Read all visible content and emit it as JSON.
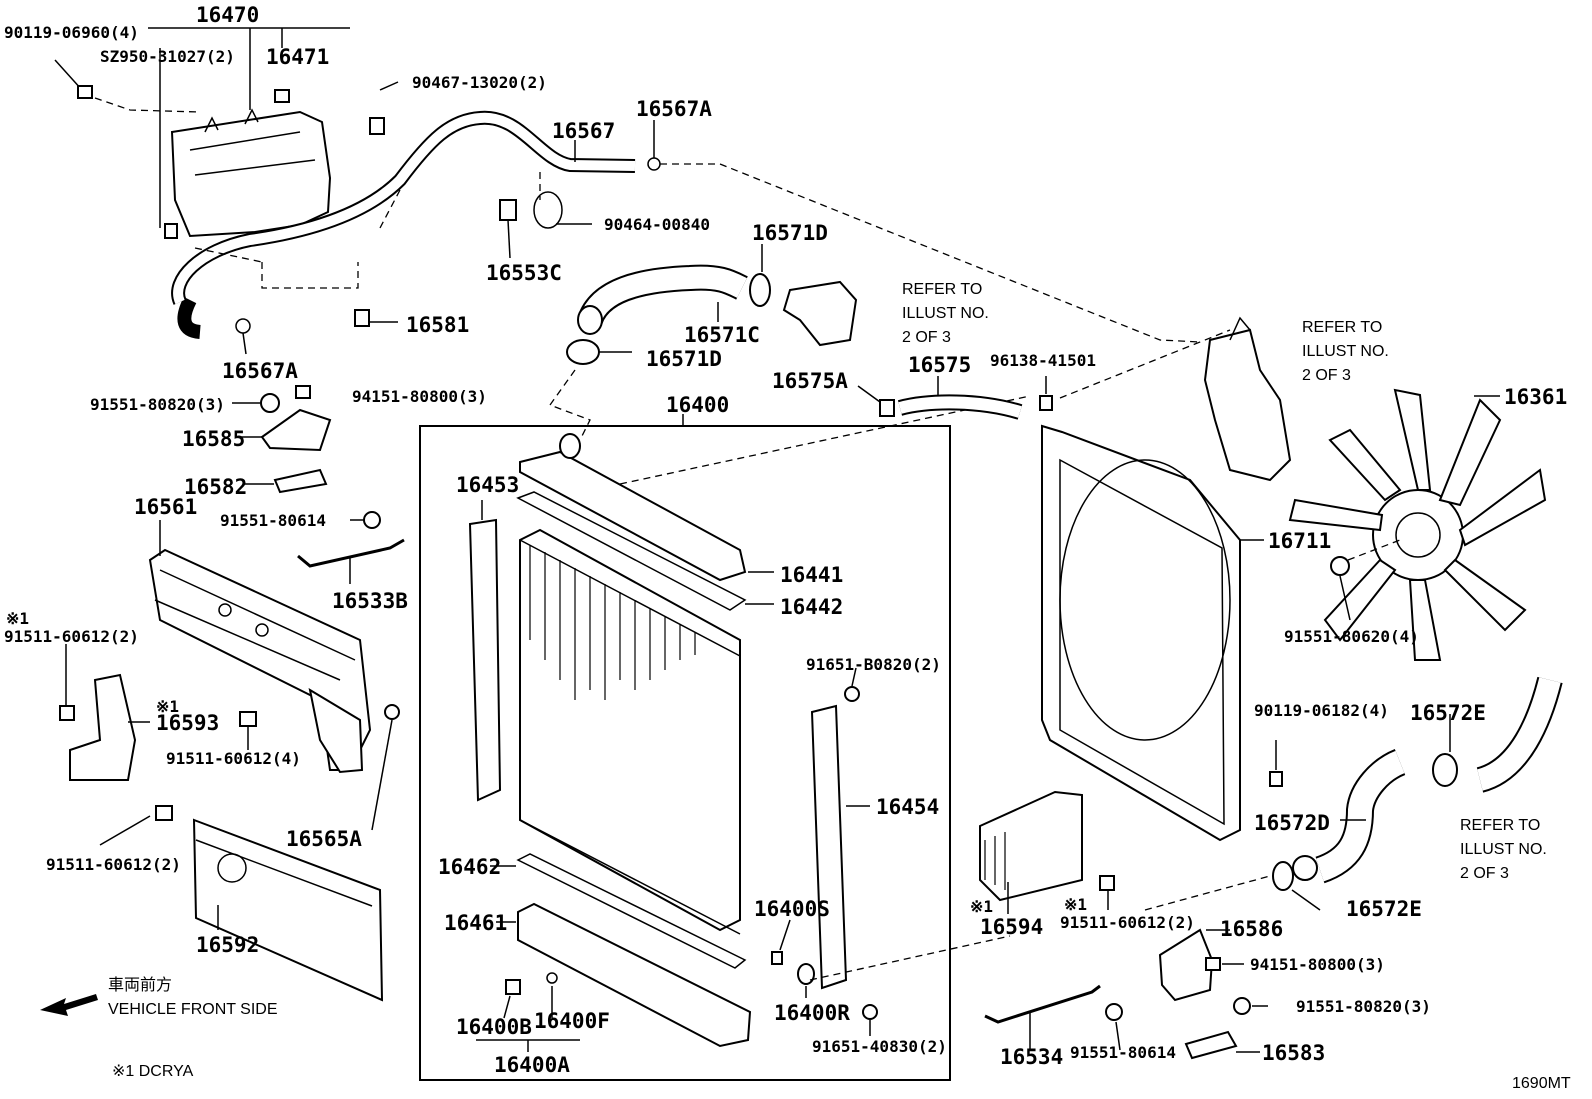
{
  "labels": [
    {
      "id": "l1",
      "text": "90119-06960(4)"
    },
    {
      "id": "l2",
      "text": "16470"
    },
    {
      "id": "l3",
      "text": "SZ950-31027(2)"
    },
    {
      "id": "l4",
      "text": "16471"
    },
    {
      "id": "l5",
      "text": "90467-13020(2)"
    },
    {
      "id": "l6",
      "text": "16567A"
    },
    {
      "id": "l7",
      "text": "16567"
    },
    {
      "id": "l8",
      "text": "90464-00840"
    },
    {
      "id": "l9",
      "text": "16553C"
    },
    {
      "id": "l10",
      "text": "16571D"
    },
    {
      "id": "l11",
      "text": "16571C"
    },
    {
      "id": "l12",
      "text": "16571D"
    },
    {
      "id": "l13",
      "text": "16581"
    },
    {
      "id": "l14",
      "text": "16567A"
    },
    {
      "id": "l15",
      "text": "91551-80820(3)"
    },
    {
      "id": "l16",
      "text": "94151-80800(3)"
    },
    {
      "id": "l17",
      "text": "16585"
    },
    {
      "id": "l18",
      "text": "16582"
    },
    {
      "id": "l19",
      "text": "16561"
    },
    {
      "id": "l20",
      "text": "91551-80614"
    },
    {
      "id": "l21",
      "text": "16533B"
    },
    {
      "id": "l22",
      "text": "※1"
    },
    {
      "id": "l23",
      "text": "91511-60612(2)"
    },
    {
      "id": "l24",
      "text": "※1"
    },
    {
      "id": "l25",
      "text": "16593"
    },
    {
      "id": "l26",
      "text": "91511-60612(4)"
    },
    {
      "id": "l27",
      "text": "91511-60612(2)"
    },
    {
      "id": "l28",
      "text": "16565A"
    },
    {
      "id": "l29",
      "text": "16592"
    },
    {
      "id": "l30",
      "text": "16400"
    },
    {
      "id": "l31",
      "text": "16453"
    },
    {
      "id": "l32",
      "text": "16441"
    },
    {
      "id": "l33",
      "text": "16442"
    },
    {
      "id": "l34",
      "text": "91651-B0820(2)"
    },
    {
      "id": "l35",
      "text": "16454"
    },
    {
      "id": "l36",
      "text": "16462"
    },
    {
      "id": "l37",
      "text": "16461"
    },
    {
      "id": "l38",
      "text": "16400S"
    },
    {
      "id": "l39",
      "text": "16400R"
    },
    {
      "id": "l40",
      "text": "16400B"
    },
    {
      "id": "l41",
      "text": "16400F"
    },
    {
      "id": "l42",
      "text": "16400A"
    },
    {
      "id": "l43",
      "text": "91651-40830(2)"
    },
    {
      "id": "l44",
      "text": "16575A"
    },
    {
      "id": "l45",
      "text": "16575"
    },
    {
      "id": "l46",
      "text": "96138-41501"
    },
    {
      "id": "l47",
      "text": "16361"
    },
    {
      "id": "l48",
      "text": "16711"
    },
    {
      "id": "l49",
      "text": "91551-80620(4)"
    },
    {
      "id": "l50",
      "text": "90119-06182(4)"
    },
    {
      "id": "l51",
      "text": "16572E"
    },
    {
      "id": "l52",
      "text": "16572D"
    },
    {
      "id": "l53",
      "text": "16572E"
    },
    {
      "id": "l54",
      "text": "※1"
    },
    {
      "id": "l55",
      "text": "16594"
    },
    {
      "id": "l56",
      "text": "※1"
    },
    {
      "id": "l57",
      "text": "91511-60612(2)"
    },
    {
      "id": "l58",
      "text": "16586"
    },
    {
      "id": "l59",
      "text": "94151-80800(3)"
    },
    {
      "id": "l60",
      "text": "91551-80820(3)"
    },
    {
      "id": "l61",
      "text": "16583"
    },
    {
      "id": "l62",
      "text": "16534"
    },
    {
      "id": "l63",
      "text": "91551-80614"
    }
  ],
  "refer_notes": [
    {
      "id": "r1",
      "lines": [
        "REFER TO",
        "ILLUST NO.",
        "2 OF 3"
      ]
    },
    {
      "id": "r2",
      "lines": [
        "REFER TO",
        "ILLUST NO.",
        "2 OF 3"
      ]
    },
    {
      "id": "r3",
      "lines": [
        "REFER TO",
        "ILLUST NO.",
        "2 OF 3"
      ]
    }
  ],
  "footer": {
    "vehicle_front_jp": "車両前方",
    "vehicle_front_en": "VEHICLE FRONT SIDE",
    "footnote": "※1 DCRYA",
    "illustration_code": "1690MT"
  }
}
